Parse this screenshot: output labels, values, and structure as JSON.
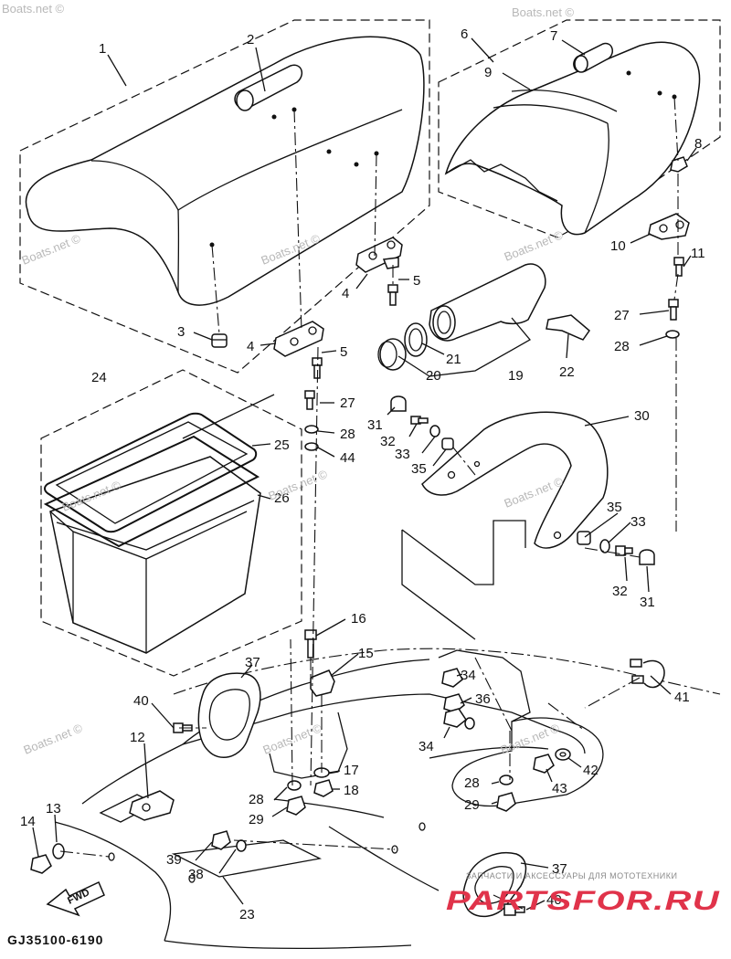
{
  "diagram": {
    "callouts": [
      {
        "id": "c1",
        "label": "1"
      },
      {
        "id": "c2",
        "label": "2"
      },
      {
        "id": "c3",
        "label": "3"
      },
      {
        "id": "c4a",
        "label": "4"
      },
      {
        "id": "c4b",
        "label": "4"
      },
      {
        "id": "c5a",
        "label": "5"
      },
      {
        "id": "c5b",
        "label": "5"
      },
      {
        "id": "c6",
        "label": "6"
      },
      {
        "id": "c7",
        "label": "7"
      },
      {
        "id": "c8",
        "label": "8"
      },
      {
        "id": "c9",
        "label": "9"
      },
      {
        "id": "c10",
        "label": "10"
      },
      {
        "id": "c11",
        "label": "11"
      },
      {
        "id": "c12",
        "label": "12"
      },
      {
        "id": "c13",
        "label": "13"
      },
      {
        "id": "c14",
        "label": "14"
      },
      {
        "id": "c15",
        "label": "15"
      },
      {
        "id": "c16",
        "label": "16"
      },
      {
        "id": "c17",
        "label": "17"
      },
      {
        "id": "c18",
        "label": "18"
      },
      {
        "id": "c19",
        "label": "19"
      },
      {
        "id": "c20",
        "label": "20"
      },
      {
        "id": "c21",
        "label": "21"
      },
      {
        "id": "c22",
        "label": "22"
      },
      {
        "id": "c23",
        "label": "23"
      },
      {
        "id": "c24",
        "label": "24"
      },
      {
        "id": "c25",
        "label": "25"
      },
      {
        "id": "c26",
        "label": "26"
      },
      {
        "id": "c27a",
        "label": "27"
      },
      {
        "id": "c27b",
        "label": "27"
      },
      {
        "id": "c28a",
        "label": "28"
      },
      {
        "id": "c28b",
        "label": "28"
      },
      {
        "id": "c28c",
        "label": "28"
      },
      {
        "id": "c28d",
        "label": "28"
      },
      {
        "id": "c29a",
        "label": "29"
      },
      {
        "id": "c29b",
        "label": "29"
      },
      {
        "id": "c30",
        "label": "30"
      },
      {
        "id": "c31a",
        "label": "31"
      },
      {
        "id": "c31b",
        "label": "31"
      },
      {
        "id": "c32a",
        "label": "32"
      },
      {
        "id": "c32b",
        "label": "32"
      },
      {
        "id": "c33a",
        "label": "33"
      },
      {
        "id": "c33b",
        "label": "33"
      },
      {
        "id": "c34a",
        "label": "34"
      },
      {
        "id": "c34b",
        "label": "34"
      },
      {
        "id": "c35a",
        "label": "35"
      },
      {
        "id": "c35b",
        "label": "35"
      },
      {
        "id": "c36",
        "label": "36"
      },
      {
        "id": "c37a",
        "label": "37"
      },
      {
        "id": "c37b",
        "label": "37"
      },
      {
        "id": "c38",
        "label": "38"
      },
      {
        "id": "c39",
        "label": "39"
      },
      {
        "id": "c40a",
        "label": "40"
      },
      {
        "id": "c40b",
        "label": "40"
      },
      {
        "id": "c41",
        "label": "41"
      },
      {
        "id": "c42",
        "label": "42"
      },
      {
        "id": "c43",
        "label": "43"
      },
      {
        "id": "c44",
        "label": "44"
      }
    ],
    "watermark": "Boats.net ©",
    "fwd_label": "FWD",
    "drawing_code": "GJ35100-6190",
    "brand_tagline": "ЗАПЧАСТИ И АКСЕССУАРЫ ДЛЯ МОТОТЕХНИКИ",
    "brand_name": "PARTSFOR.RU",
    "colors": {
      "ink": "#111111",
      "brand": "#e0334a",
      "watermark": "#b8b8b8"
    }
  }
}
